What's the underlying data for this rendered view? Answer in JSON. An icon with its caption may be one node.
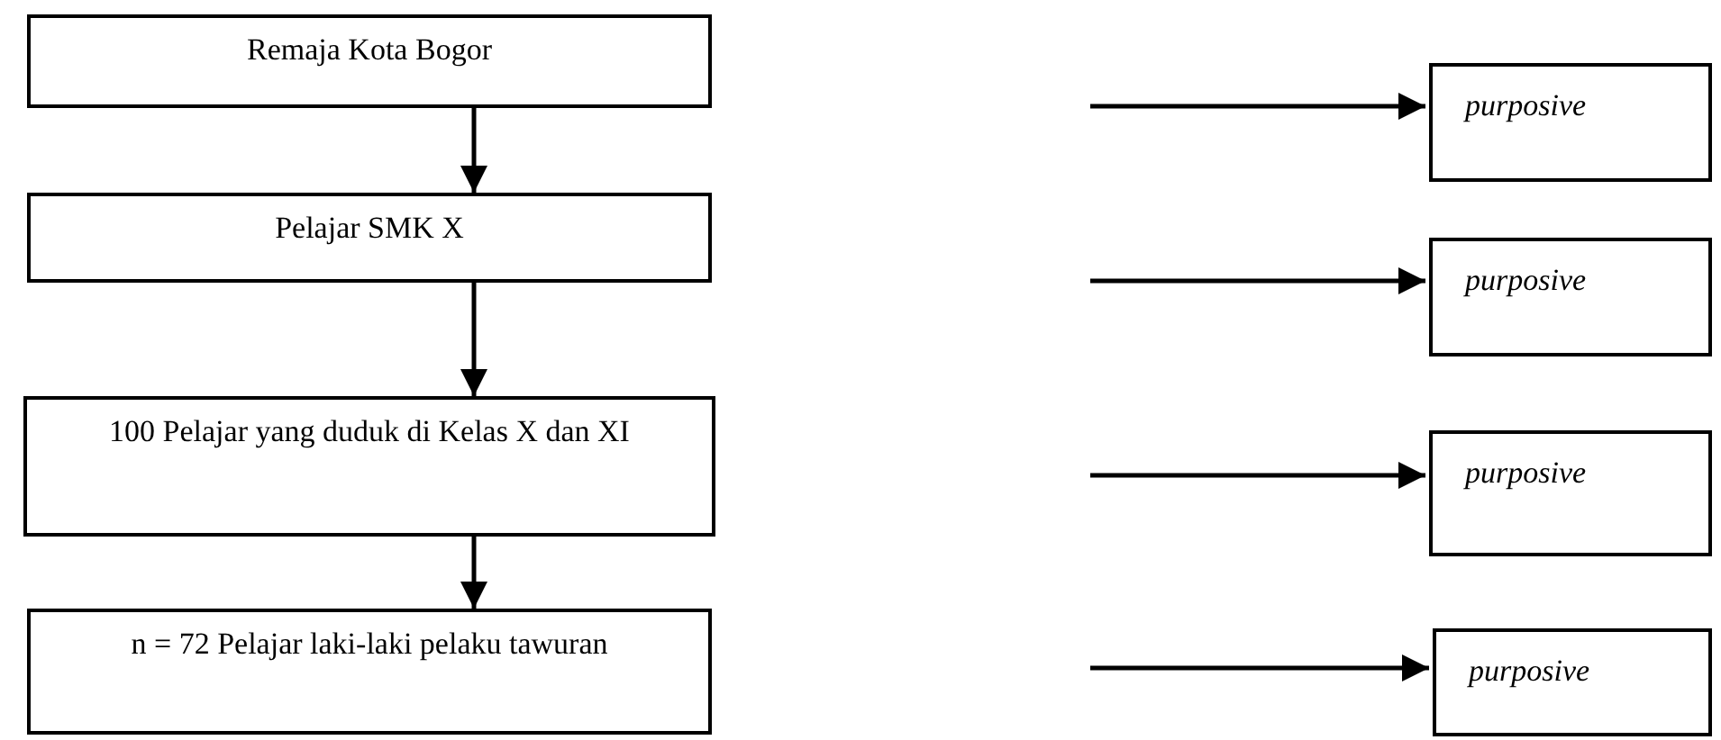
{
  "diagram": {
    "nodes": [
      {
        "text": [
          "Remaja Kota Bogor"
        ]
      },
      {
        "text": [
          "Pelajar SMK X"
        ]
      },
      {
        "text": [
          "100 Pelajar yang duduk di Kelas X dan XI"
        ]
      },
      {
        "text": [
          "n = 72 Pelajar laki-laki pelaku tawuran"
        ]
      },
      {
        "text": [
          "purposive"
        ]
      },
      {
        "text": [
          "purposive"
        ]
      },
      {
        "text": [
          "purposive"
        ]
      },
      {
        "text": [
          "purposive"
        ]
      }
    ],
    "edges": [
      {
        "from": 0,
        "to": 1,
        "arrow": "to"
      },
      {
        "from": 1,
        "to": 2,
        "arrow": "to"
      },
      {
        "from": 2,
        "to": 3,
        "arrow": "to"
      },
      {
        "from": null,
        "to": 4,
        "arrow": "to"
      },
      {
        "from": null,
        "to": 5,
        "arrow": "to"
      },
      {
        "from": null,
        "to": 6,
        "arrow": "to"
      },
      {
        "from": null,
        "to": 7,
        "arrow": "to"
      }
    ]
  }
}
